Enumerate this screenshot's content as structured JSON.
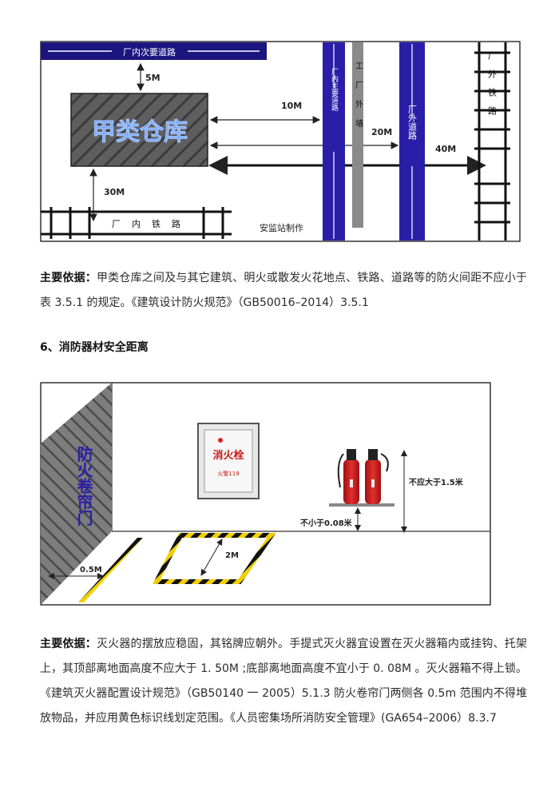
{
  "figure1": {
    "road_top": "厂内次要道路",
    "warehouse": "甲类仓库",
    "dist_5m": "5M",
    "dist_10m": "10M",
    "dist_20m": "20M",
    "dist_30m": "30M",
    "dist_40m": "40M",
    "main_road": "厂内主要道路",
    "factory_wall": "工厂外墙",
    "outer_road": "厂外道路",
    "outer_rail": "厂外铁路",
    "inner_rail": "厂内铁路",
    "credit": "安监站制作"
  },
  "paragraph1": {
    "label": "主要依据：",
    "text": "甲类仓库之间及与其它建筑、明火或散发火花地点、铁路、道路等的防火间距不应小于表 3.5.1 的规定。《建筑设计防火规范》（GB50016–2014）3.5.1"
  },
  "section_heading": "6、消防器材安全距离",
  "figure2": {
    "door_label": "防火卷帘门",
    "cabinet_title": "消火栓",
    "cabinet_phone": "火警119",
    "dist_2m": "2M",
    "dist_05m": "0.5M",
    "max_height": "不应大于1.5米",
    "min_height": "不小于0.08米"
  },
  "paragraph2": {
    "label": "主要依据：",
    "text": "灭火器的摆放应稳固，其铭牌应朝外。手提式灭火器宜设置在灭火器箱内或挂钩、托架上，其顶部离地面高度不应大于 1. 50M ;底部离地面高度不宜小于 0. 08M 。灭火器箱不得上锁。《建筑灭火器配置设计规范》（GB50140 一 2005）5.1.3 防火卷帘门两侧各 0.5m 范围内不得堆放物品，并应用黄色标识线划定范围。《人员密集场所消防安全管理》(GA654–2006）8.3.7"
  }
}
